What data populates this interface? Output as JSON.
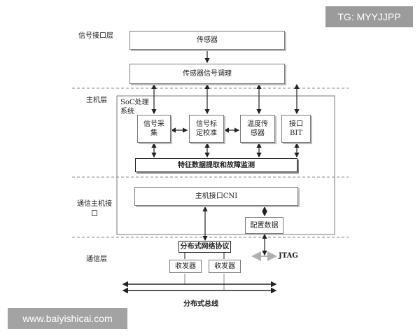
{
  "layers": {
    "signal_interface": "信号接口层",
    "host": "主机层",
    "comm_host_interface": "通信主机接\n口",
    "comm": "通信层"
  },
  "blocks": {
    "sensor": "传感器",
    "sensor_conditioning": "传感器信号调理",
    "soc_title": "SoC处理\n系统",
    "signal_acquisition": "信号采\n集",
    "signal_calibration": "信号标\n定校准",
    "temperature_sensor": "温度传\n感器",
    "interface_bit": "接口\nBIT",
    "feature_extraction": "特征数据提取和故障监测",
    "host_interface_cni": "主机接口CNI",
    "config_data": "配置数据",
    "distributed_protocol": "分布式网络协议",
    "transceiver_1": "收发器",
    "transceiver_2": "收发器",
    "jtag": "JTAG",
    "distributed_bus": "分布式总线"
  },
  "watermarks": {
    "top": "TG: MYYJJPP",
    "bottom": "www.baiyishicai.com"
  },
  "colors": {
    "line": "#222222",
    "dashed": "#888888",
    "gray_arrow": "#b0b0b0"
  }
}
